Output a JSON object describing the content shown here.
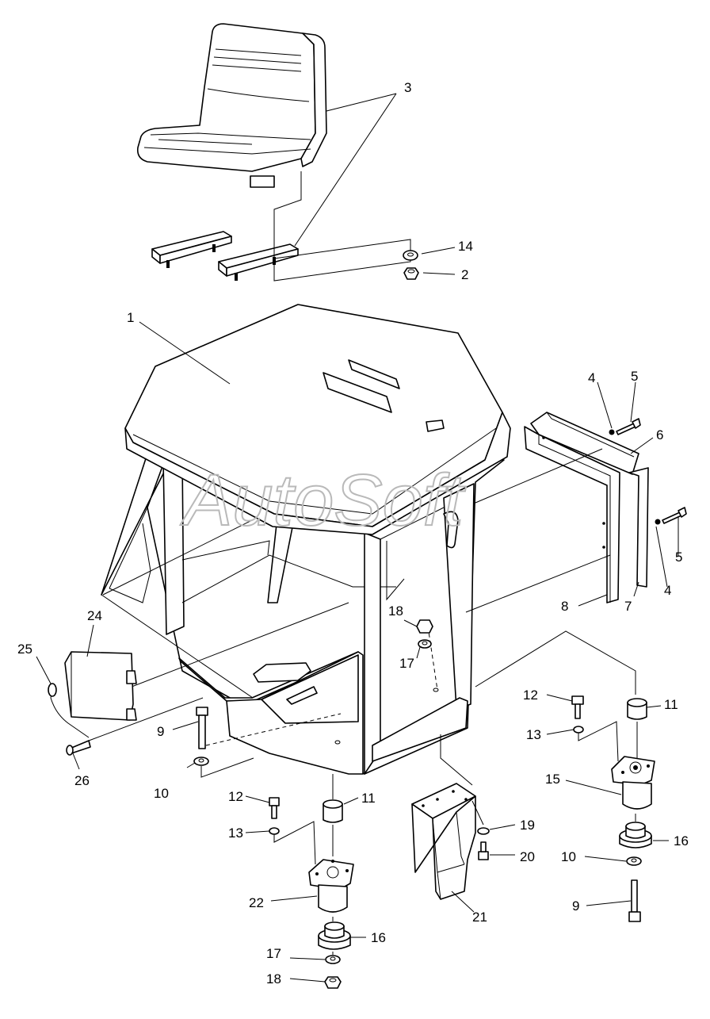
{
  "watermark": "AutoSoft",
  "callouts": [
    "1",
    "2",
    "3",
    "4",
    "5",
    "6",
    "7",
    "8",
    "9",
    "10",
    "11",
    "12",
    "13",
    "14",
    "15",
    "16",
    "17",
    "18",
    "19",
    "20",
    "21",
    "22",
    "24",
    "25",
    "26"
  ]
}
